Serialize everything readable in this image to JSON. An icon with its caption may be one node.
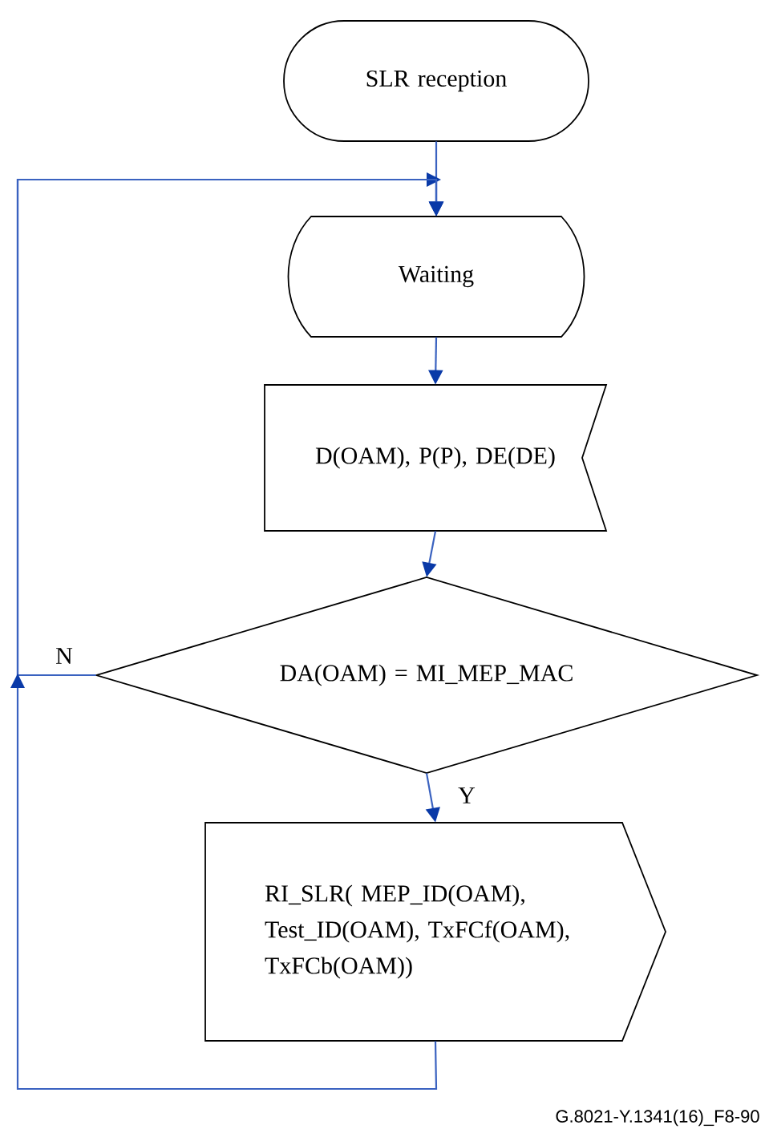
{
  "diagram": {
    "nodes": [
      {
        "text": [
          "SLR reception"
        ]
      },
      {
        "text": [
          "Waiting"
        ]
      },
      {
        "text": [
          "D(OAM), P(P), DE(DE)"
        ]
      },
      {
        "text": [
          "DA(OAM) = MI_MEP_MAC"
        ]
      },
      {
        "text": [
          "RI_SLR( MEP_ID(OAM), Test_ID(OAM), TxFCf(OAM), TxFCb(OAM))"
        ]
      }
    ],
    "edges": [
      {
        "from": 0,
        "to": 1,
        "arrow": "to"
      },
      {
        "from": 1,
        "to": 2,
        "arrow": "to"
      },
      {
        "from": 2,
        "to": 3,
        "arrow": "to"
      },
      {
        "from": 3,
        "to": 4,
        "arrow": "to",
        "label": "Y"
      },
      {
        "from": 3,
        "to": 1,
        "arrow": "to",
        "label": "N"
      },
      {
        "from": 4,
        "to": 1,
        "arrow": "to"
      }
    ],
    "labels": [
      "G.8021-Y.1341(16)_F8-90"
    ]
  }
}
